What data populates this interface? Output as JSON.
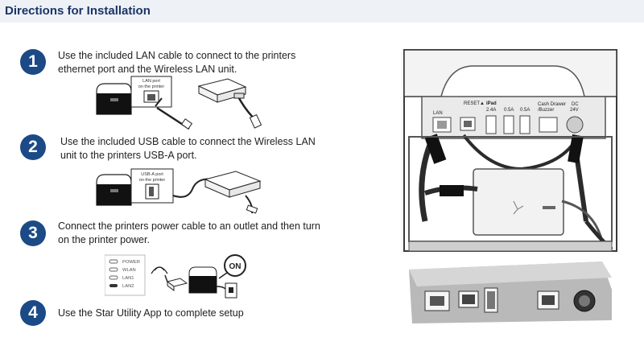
{
  "header": {
    "title": "Directions for Installation"
  },
  "steps": [
    {
      "number": "1",
      "text": "Use the included LAN cable to connect to the printers ethernet port and the Wireless LAN unit."
    },
    {
      "number": "2",
      "text": "Use the included USB cable to connect the Wireless LAN unit to the printers USB-A port."
    },
    {
      "number": "3",
      "text": "Connect the printers power cable to an outlet and then turn on the printer power."
    },
    {
      "number": "4",
      "text": "Use the Star Utility App to complete setup"
    }
  ],
  "illustrations": {
    "step1_callout": [
      "LAN port",
      "on the printer"
    ],
    "step2_callout": [
      "USB-A port",
      "on the printer"
    ],
    "step3_power_label": "ON",
    "step3_leds": [
      "POWER",
      "WLAN",
      "LAN1",
      "LAN2"
    ]
  },
  "photo": {
    "reset_label": "RESET▲",
    "port_labels": {
      "lan": "LAN",
      "ipad": "iPad",
      "ipad_current": "2.4A",
      "usb1_current": "0.5A",
      "usb2_current": "0.5A",
      "drawer": "Cash Drawer",
      "buzzer": "/Buzzer",
      "dc": "DC",
      "dc_voltage": "24V"
    }
  },
  "colors": {
    "badge": "#1b4a86",
    "title": "#1a3566",
    "header_bg": "#eef1f6"
  }
}
